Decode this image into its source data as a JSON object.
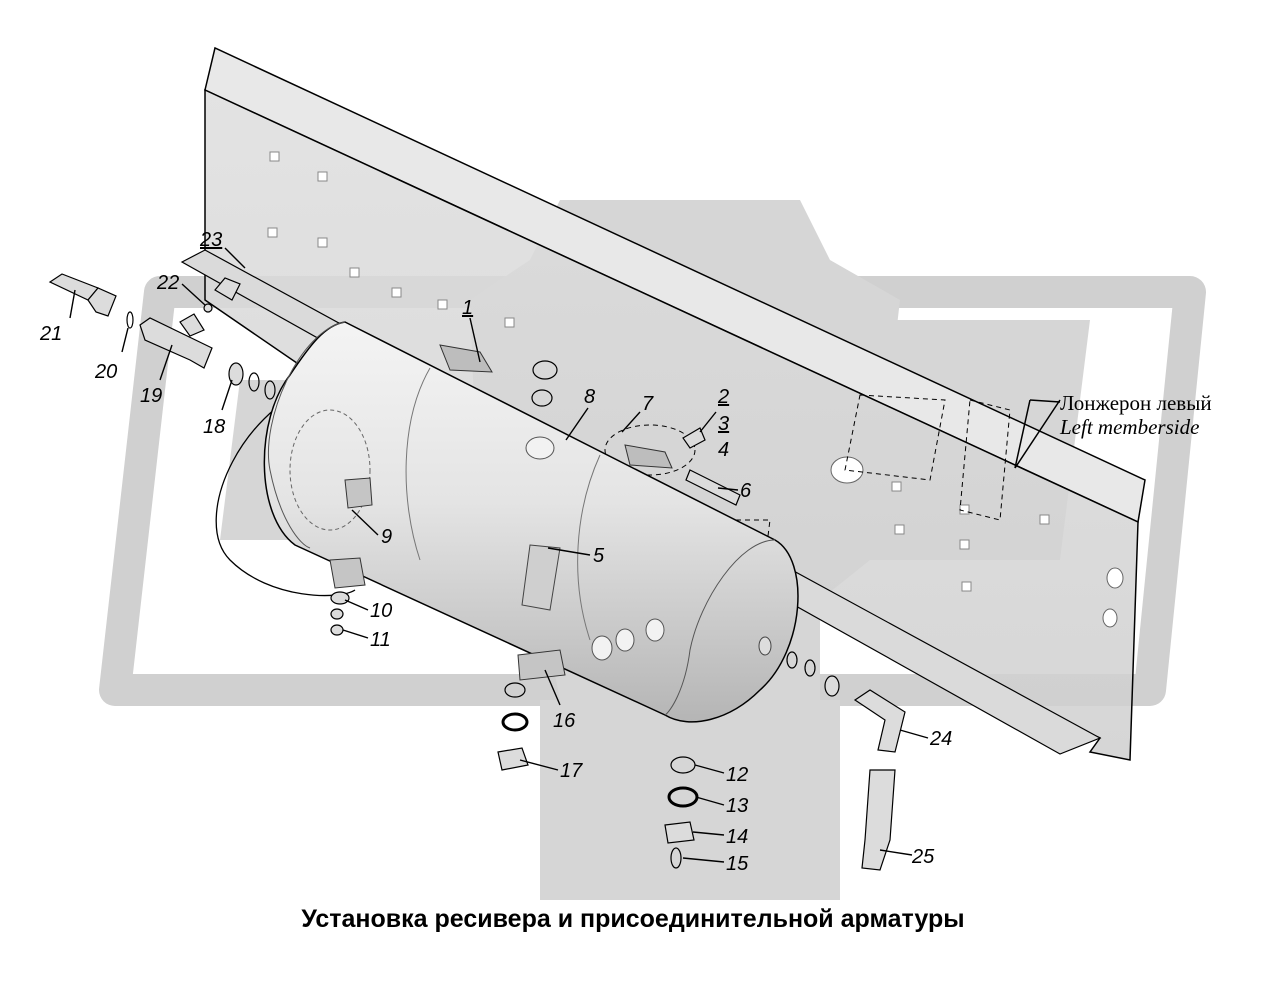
{
  "caption": "Установка ресивера и присоединительной арматуры",
  "member_label": {
    "ru": "Лонжерон левый",
    "en": "Left memberside"
  },
  "callouts": [
    "1",
    "2",
    "3",
    "4",
    "5",
    "6",
    "7",
    "8",
    "9",
    "10",
    "11",
    "12",
    "13",
    "14",
    "15",
    "16",
    "17",
    "18",
    "19",
    "20",
    "21",
    "22",
    "23",
    "24",
    "25"
  ],
  "colors": {
    "part_fill": "#e6e6e6",
    "watermark": "#d0d0d0",
    "line": "#000000"
  }
}
